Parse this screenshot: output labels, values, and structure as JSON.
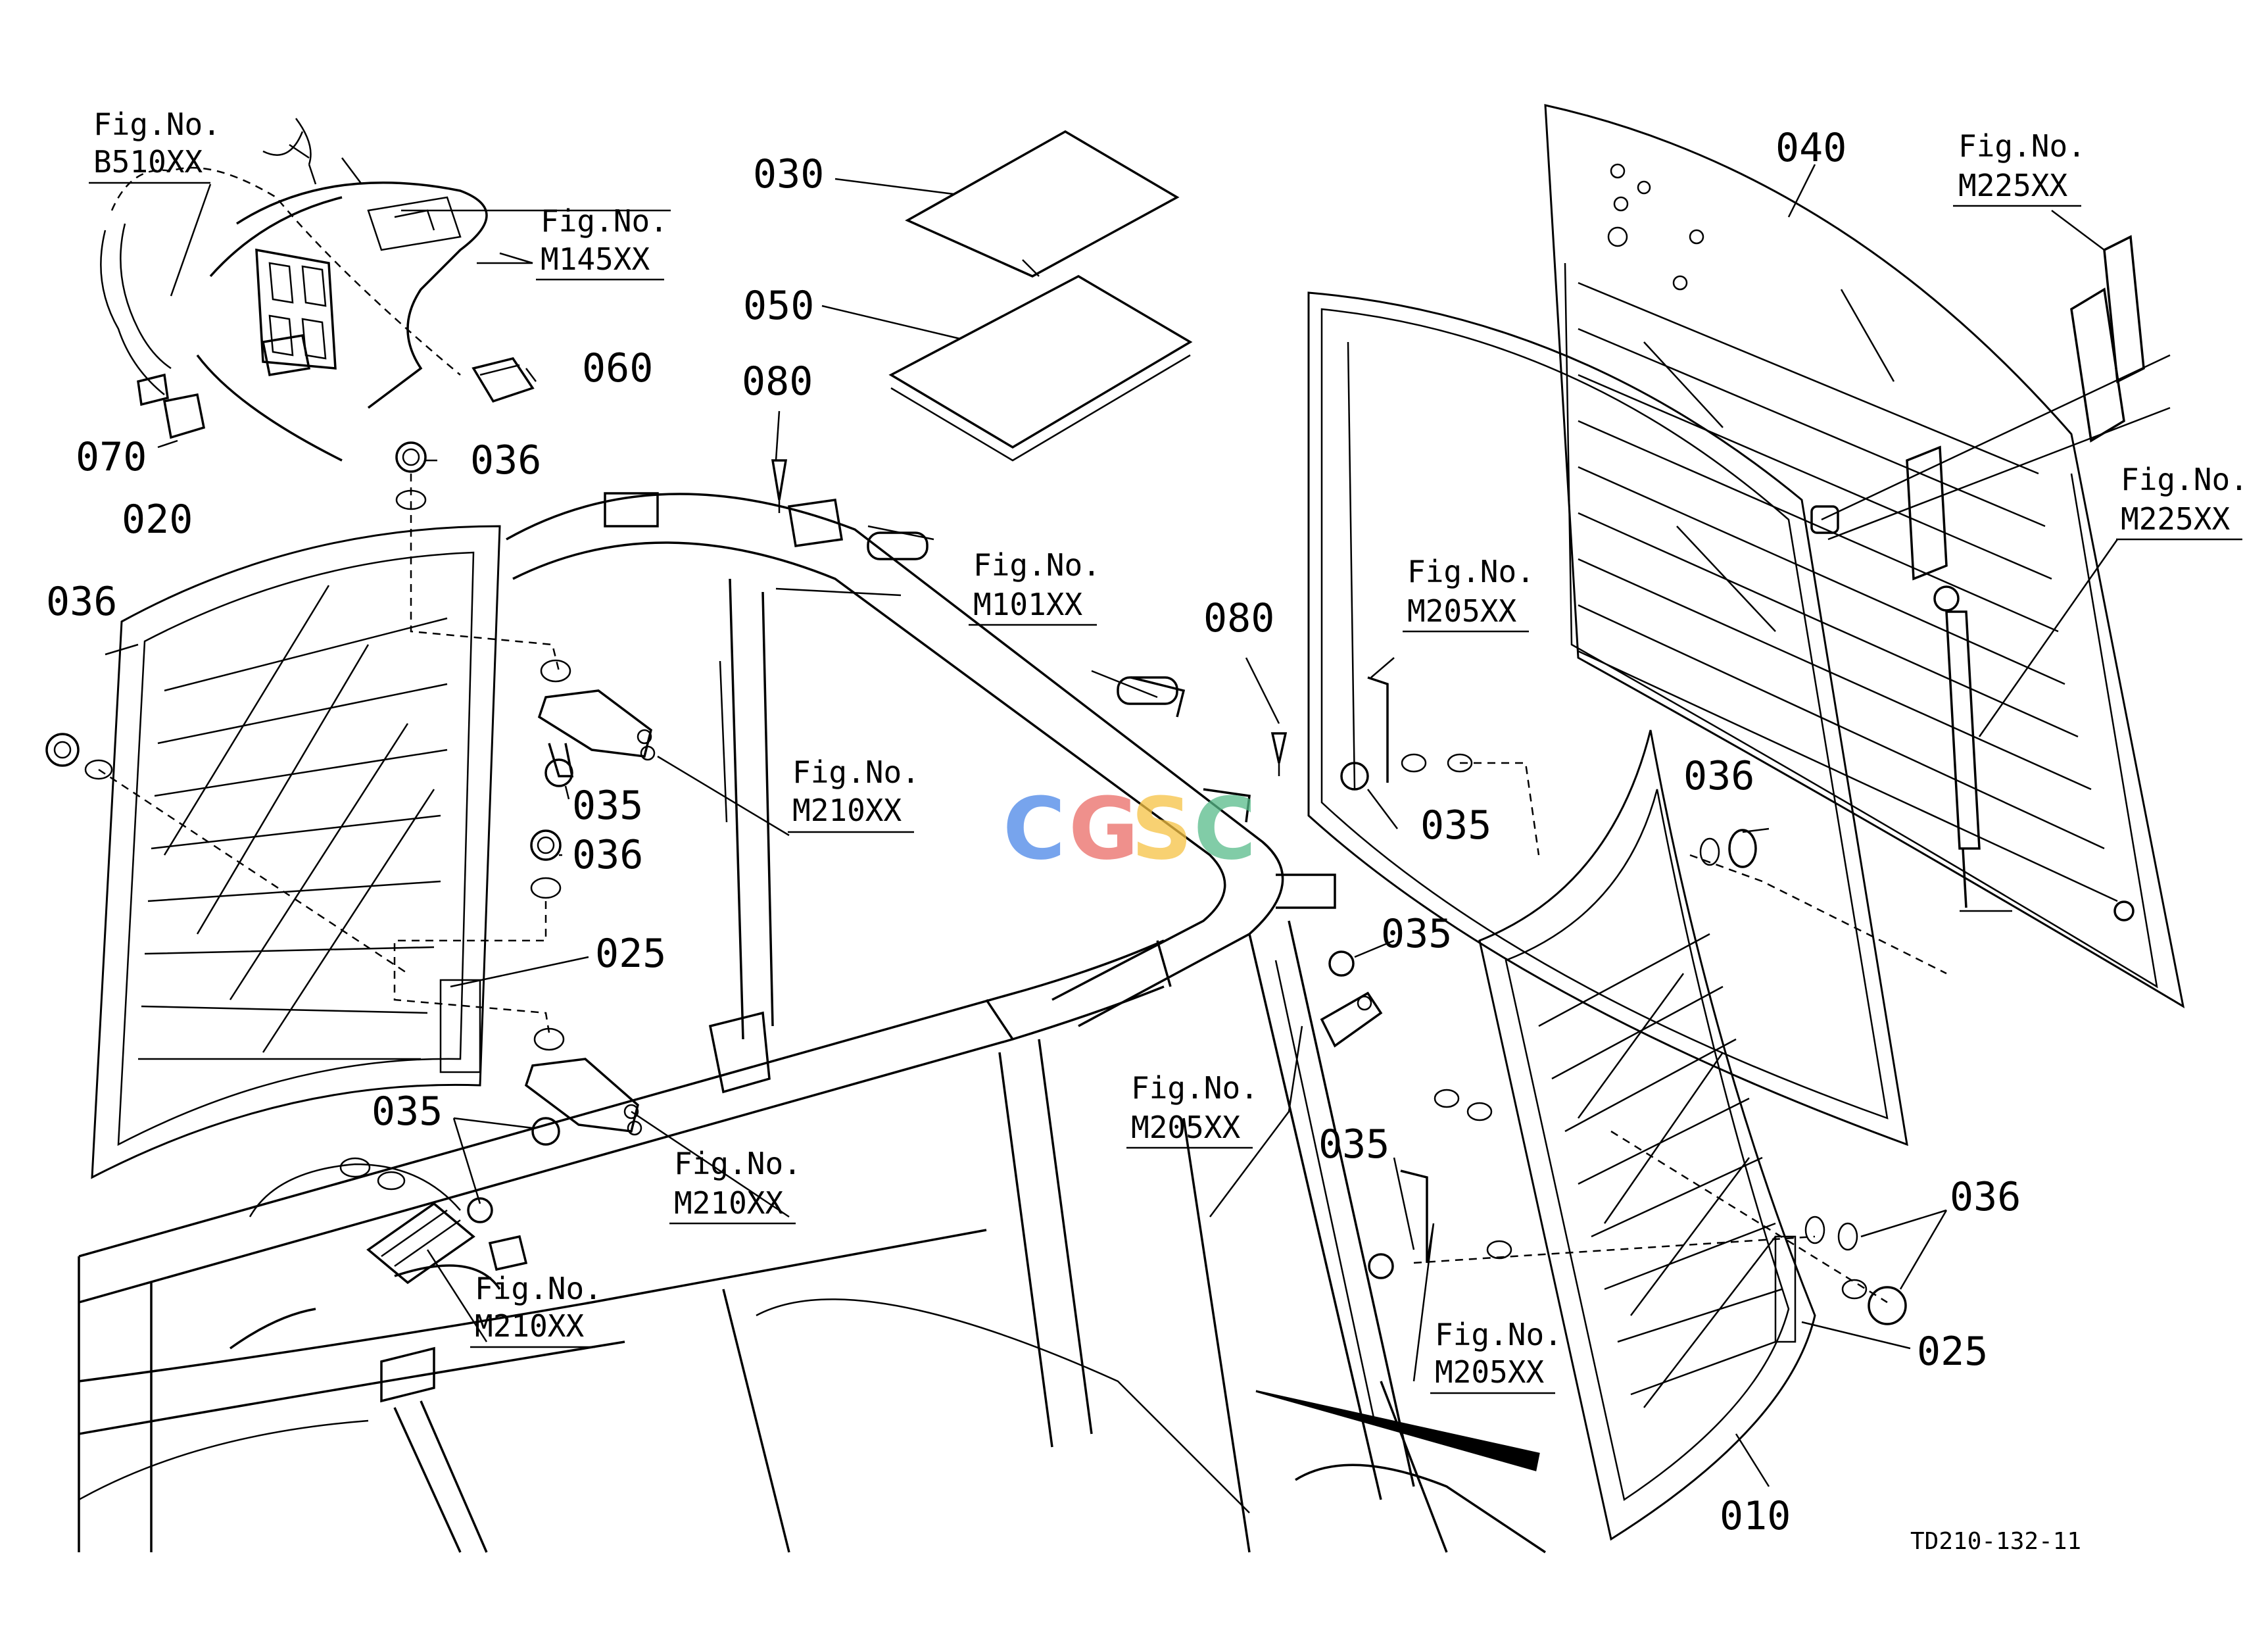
{
  "parts": {
    "p010": "010",
    "p020": "020",
    "p025a": "025",
    "p025b": "025",
    "p030": "030",
    "p035a": "035",
    "p035b": "035",
    "p035c": "035",
    "p035d": "035",
    "p035e": "035",
    "p036a": "036",
    "p036b": "036",
    "p036c": "036",
    "p036d": "036",
    "p036e": "036",
    "p040": "040",
    "p050": "050",
    "p060": "060",
    "p070": "070",
    "p080a": "080",
    "p080b": "080"
  },
  "fig_refs": {
    "label": "Fig.No.",
    "label_alt": "Fig.No.",
    "b510": "B510XX",
    "m145": "M145XX",
    "m101": "M101XX",
    "m210a": "M210XX",
    "m210b": "M210XX",
    "m210c": "M210XX",
    "m205a": "M205XX",
    "m205b": "M205XX",
    "m205c": "M205XX",
    "m225a": "M225XX",
    "m225b": "M225XX"
  },
  "diagram_code": "TD210-132-11",
  "watermark": {
    "letters": [
      "C",
      "G",
      "S",
      "C"
    ],
    "colors": [
      "#4a86e8",
      "#ea6b66",
      "#f6c244",
      "#57bb8a"
    ]
  }
}
